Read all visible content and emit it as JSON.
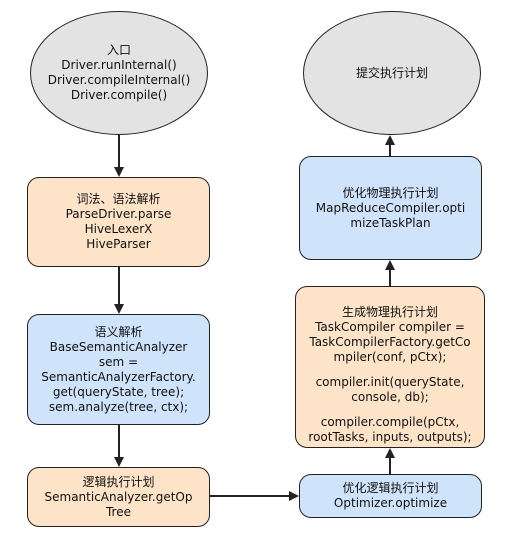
{
  "nodes": {
    "entry": {
      "lines": [
        "入口",
        "Driver.runInternal()",
        "Driver.compileInternal()",
        "Driver.compile()"
      ]
    },
    "lex": {
      "lines": [
        "词法、语法解析",
        "ParseDriver.parse",
        "HiveLexerX",
        "HiveParser"
      ]
    },
    "semantic": {
      "lines": [
        "语义解析",
        "BaseSemanticAnalyzer",
        "sem =",
        "SemanticAnalyzerFactory.",
        "get(queryState, tree);",
        "sem.analyze(tree, ctx);"
      ]
    },
    "logical_plan": {
      "lines": [
        "逻辑执行计划",
        "SemanticAnalyzer.getOp",
        "Tree"
      ]
    },
    "optimize_logical": {
      "lines": [
        "优化逻辑执行计划",
        "Optimizer.optimize"
      ]
    },
    "gen_physical": {
      "lines": [
        "生成物理执行计划",
        "TaskCompiler compiler =",
        "TaskCompilerFactory.getCo",
        "mpiler(conf, pCtx);",
        "",
        "compiler.init(queryState,",
        "console, db);",
        "",
        "compiler.compile(pCtx,",
        "rootTasks, inputs, outputs);"
      ]
    },
    "optimize_physical": {
      "lines": [
        "优化物理执行计划",
        "MapReduceCompiler.opti",
        "mizeTaskPlan"
      ]
    },
    "submit": {
      "lines": [
        "提交执行计划"
      ]
    }
  },
  "colors": {
    "ellipse": "#e3e3e3",
    "orange": "#fde3c8",
    "blue": "#cfe3fb",
    "stroke": "#222222"
  }
}
